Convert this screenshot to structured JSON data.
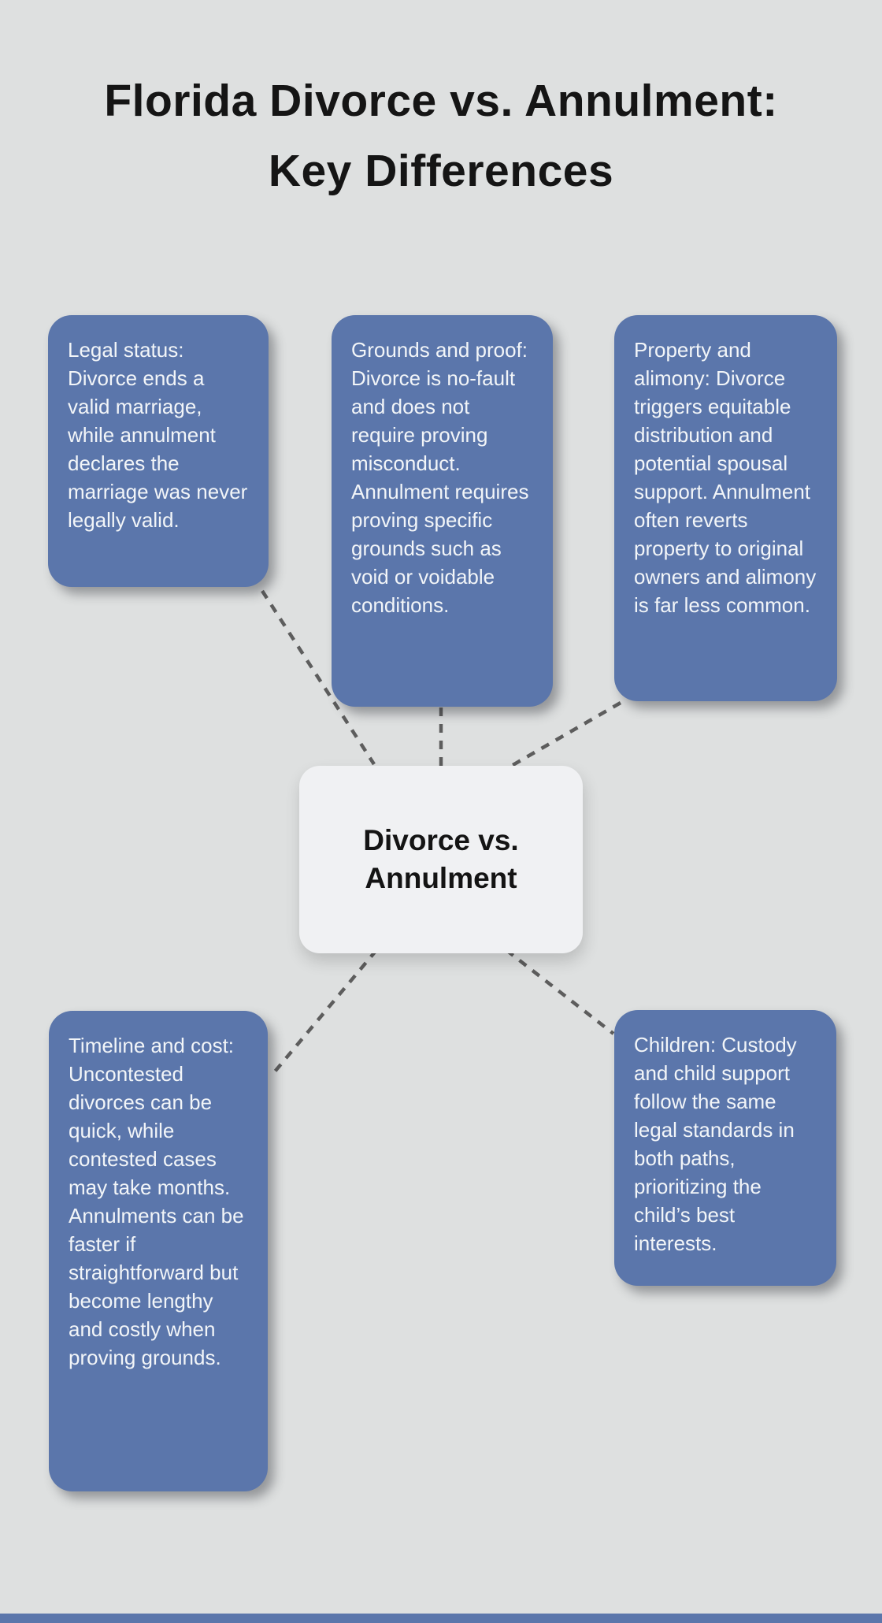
{
  "title": {
    "line1": "Florida Divorce vs. Annulment:",
    "line2": "Key Differences"
  },
  "center_node": {
    "label": "Divorce vs. Annulment"
  },
  "nodes": [
    {
      "id": "legal-status",
      "text": "Legal status: Divorce ends a valid marriage, while annulment declares the marriage was never legally valid."
    },
    {
      "id": "grounds-proof",
      "text": "Grounds and proof: Divorce is no-fault and does not require proving misconduct. Annulment requires proving specific grounds such as void or voidable conditions."
    },
    {
      "id": "property-alimony",
      "text": "Property and alimony: Divorce triggers equitable distribution and potential spousal support. Annulment often reverts property to original owners and alimony is far less common."
    },
    {
      "id": "timeline-cost",
      "text": "Timeline and cost: Uncontested divorces can be quick, while contested cases may take months. Annulments can be faster if straightforward but become lengthy and costly when proving grounds."
    },
    {
      "id": "children",
      "text": "Children: Custody and child support follow the same legal standards in both paths, prioritizing the child’s best interests."
    }
  ],
  "colors": {
    "bg": "#dee0e0",
    "node_blue": "#5b76ab",
    "node_text": "#f2f5f8",
    "center_bg": "#f0f1f3",
    "center_text": "#141414",
    "title_color": "#151515",
    "line_color": "#5d5d5d"
  }
}
